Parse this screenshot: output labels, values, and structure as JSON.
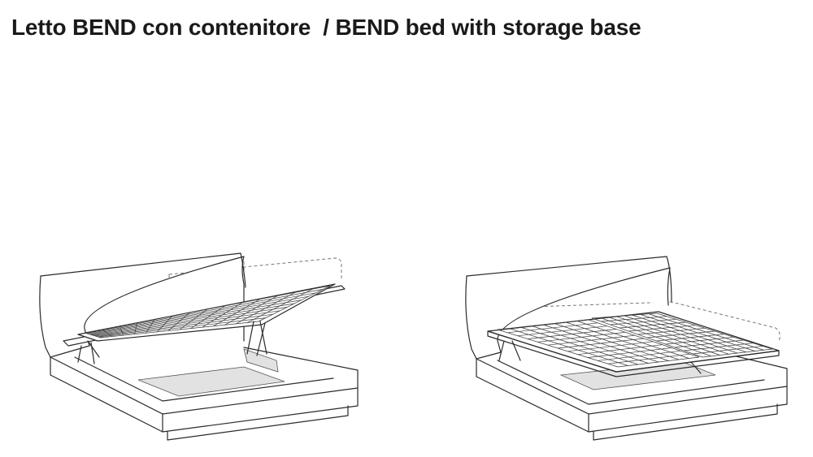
{
  "document": {
    "title": "Letto BEND con contenitore  / BEND bed with storage base"
  },
  "illustrations": [
    {
      "id": "bed-open"
    },
    {
      "id": "bed-half-open"
    }
  ],
  "colors": {
    "text": "#1a1a1a",
    "line": "#2a2a2a",
    "background": "#ffffff"
  }
}
